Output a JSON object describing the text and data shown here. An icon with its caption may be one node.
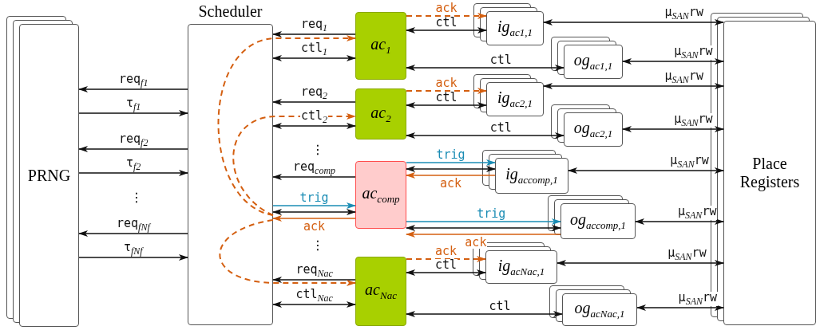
{
  "diagram": {
    "nodes": [
      {
        "text": [
          "PRNG"
        ]
      },
      {
        "text": [
          "Scheduler"
        ]
      },
      {
        "text": [
          "ac$_{1}$"
        ]
      },
      {
        "text": [
          "ac$_{2}$"
        ]
      },
      {
        "text": [
          "ac$_{comp}$"
        ]
      },
      {
        "text": [
          "ac$_{Nac}$"
        ]
      },
      {
        "text": [
          "ig$_{ac1,1}$"
        ]
      },
      {
        "text": [
          "og$_{ac1,1}$"
        ]
      },
      {
        "text": [
          "ig$_{ac2,1}$"
        ]
      },
      {
        "text": [
          "og$_{ac2,1}$"
        ]
      },
      {
        "text": [
          "ig$_{accomp,1}$"
        ]
      },
      {
        "text": [
          "og$_{accomp,1}$"
        ]
      },
      {
        "text": [
          "ig$_{acNac,1}$"
        ]
      },
      {
        "text": [
          "og$_{acNac,1}$"
        ]
      },
      {
        "text": [
          "Place Registers"
        ]
      }
    ],
    "edges": [
      {
        "from": 1,
        "to": 0,
        "arrow": "to",
        "label": "req$_{f1}$"
      },
      {
        "from": 0,
        "to": 1,
        "arrow": "to",
        "label": "τ$_{f1}$"
      },
      {
        "from": 1,
        "to": 0,
        "arrow": "to",
        "label": "req$_{f2}$"
      },
      {
        "from": 0,
        "to": 1,
        "arrow": "to",
        "label": "τ$_{f2}$"
      },
      {
        "from": 1,
        "to": 0,
        "arrow": "to",
        "label": "req$_{fNf}$"
      },
      {
        "from": 0,
        "to": 1,
        "arrow": "to",
        "label": "τ$_{fNf}$"
      },
      {
        "from": 2,
        "to": 1,
        "arrow": "to",
        "label": "req$_{1}$"
      },
      {
        "from": 1,
        "to": 2,
        "arrow": "both",
        "label": "ctl$_{1}$"
      },
      {
        "from": 3,
        "to": 1,
        "arrow": "to",
        "label": "req$_{2}$"
      },
      {
        "from": 1,
        "to": 3,
        "arrow": "both",
        "label": "ctl$_{2}$"
      },
      {
        "from": 4,
        "to": 1,
        "arrow": "to",
        "label": "req$_{comp}$"
      },
      {
        "from": 1,
        "to": 4,
        "arrow": "to",
        "label": "trig",
        "color": "#1a8cb4"
      },
      {
        "from": 1,
        "to": 4,
        "arrow": "both"
      },
      {
        "from": 4,
        "to": 1,
        "arrow": "to",
        "label": "ack",
        "color": "#d45f10"
      },
      {
        "from": 5,
        "to": 1,
        "arrow": "to",
        "label": "req$_{Nac}$"
      },
      {
        "from": 1,
        "to": 5,
        "arrow": "both",
        "label": "ctl$_{Nac}$"
      },
      {
        "from": 1,
        "to": 2,
        "arrow": "to",
        "style": "dashed",
        "color": "#d45f10"
      },
      {
        "from": 1,
        "to": 3,
        "arrow": "to",
        "style": "dashed",
        "color": "#d45f10"
      },
      {
        "from": 1,
        "to": 5,
        "arrow": "to",
        "style": "dashed",
        "color": "#d45f10"
      },
      {
        "from": 2,
        "to": 6,
        "arrow": "to",
        "label": "ack",
        "style": "dashed",
        "color": "#d45f10"
      },
      {
        "from": 2,
        "to": 6,
        "arrow": "both",
        "label": "ctl"
      },
      {
        "from": 2,
        "to": 7,
        "arrow": "both",
        "label": "ctl"
      },
      {
        "from": 3,
        "to": 8,
        "arrow": "to",
        "label": "ack",
        "style": "dashed",
        "color": "#d45f10"
      },
      {
        "from": 3,
        "to": 8,
        "arrow": "both",
        "label": "ctl"
      },
      {
        "from": 3,
        "to": 9,
        "arrow": "both",
        "label": "ctl"
      },
      {
        "from": 4,
        "to": 10,
        "arrow": "to",
        "label": "trig",
        "color": "#1a8cb4"
      },
      {
        "from": 4,
        "to": 10,
        "arrow": "both"
      },
      {
        "from": 10,
        "to": 4,
        "arrow": "to",
        "label": "ack",
        "color": "#d45f10"
      },
      {
        "from": 4,
        "to": 11,
        "arrow": "to",
        "label": "trig",
        "color": "#1a8cb4"
      },
      {
        "from": 4,
        "to": 11,
        "arrow": "both"
      },
      {
        "from": 11,
        "to": 4,
        "arrow": "to",
        "label": "ack",
        "color": "#d45f10"
      },
      {
        "from": 5,
        "to": 12,
        "arrow": "to",
        "label": "ack",
        "style": "dashed",
        "color": "#d45f10"
      },
      {
        "from": 5,
        "to": 12,
        "arrow": "both",
        "label": "ctl"
      },
      {
        "from": 5,
        "to": 13,
        "arrow": "both",
        "label": "ctl"
      },
      {
        "from": 6,
        "to": 14,
        "arrow": "both",
        "label": "μ$_{SAN}$rw"
      },
      {
        "from": 7,
        "to": 14,
        "arrow": "both",
        "label": "μ$_{SAN}$rw"
      },
      {
        "from": 8,
        "to": 14,
        "arrow": "both",
        "label": "μ$_{SAN}$rw"
      },
      {
        "from": 9,
        "to": 14,
        "arrow": "both",
        "label": "μ$_{SAN}$rw"
      },
      {
        "from": 10,
        "to": 14,
        "arrow": "both",
        "label": "μ$_{SAN}$rw"
      },
      {
        "from": 11,
        "to": 14,
        "arrow": "both",
        "label": "μ$_{SAN}$rw"
      },
      {
        "from": 12,
        "to": 14,
        "arrow": "both",
        "label": "μ$_{SAN}$rw"
      },
      {
        "from": 13,
        "to": 14,
        "arrow": "both",
        "label": "μ$_{SAN}$rw"
      }
    ],
    "labels": [
      "⋮",
      "⋮",
      "⋮"
    ]
  }
}
